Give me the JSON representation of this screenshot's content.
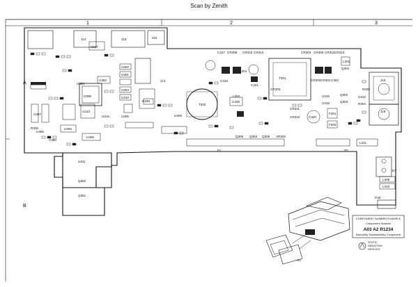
{
  "scan_label": "Scan by Zenith",
  "columns": [
    "1",
    "2",
    "3"
  ],
  "rows": [
    "A",
    "B"
  ],
  "major_parts": [
    "J14",
    "J16",
    "J15",
    "J13",
    "J19",
    "J18",
    "J17",
    "T301",
    "T302",
    "P1",
    "P2",
    "P33"
  ],
  "component_labels": [
    "U517",
    "U302",
    "U301",
    "U304",
    "U308",
    "U310",
    "U303",
    "U306",
    "U313",
    "U315",
    "U311",
    "U307",
    "U305",
    "U316",
    "U318",
    "U312",
    "U309",
    "U353",
    "C352",
    "Q301",
    "R338",
    "C317",
    "CR306",
    "CR315",
    "CR314",
    "C318",
    "L304",
    "C321",
    "CR304",
    "CR305",
    "CR312",
    "CR313",
    "CR302",
    "CR301",
    "C302",
    "CR303",
    "L302",
    "C333",
    "CR311",
    "CR310",
    "C320",
    "F301",
    "F302",
    "Q302",
    "Q303",
    "R304",
    "R328",
    "L301",
    "L311",
    "L310",
    "L309",
    "Q304",
    "Q306",
    "VR302",
    "Q305",
    "Q350",
    "Q351",
    "C380",
    "U300",
    "R308"
  ],
  "legend": {
    "title": "COMPONENT NUMBER EXAMPLE",
    "subtitle": "Component Number",
    "example": "A03  A2  R1234",
    "note": "Assembly  Subassembly  Component"
  },
  "static_label": [
    "STATIC",
    "SENSITIVE",
    "DEVICES"
  ],
  "assembly_label": "A3"
}
